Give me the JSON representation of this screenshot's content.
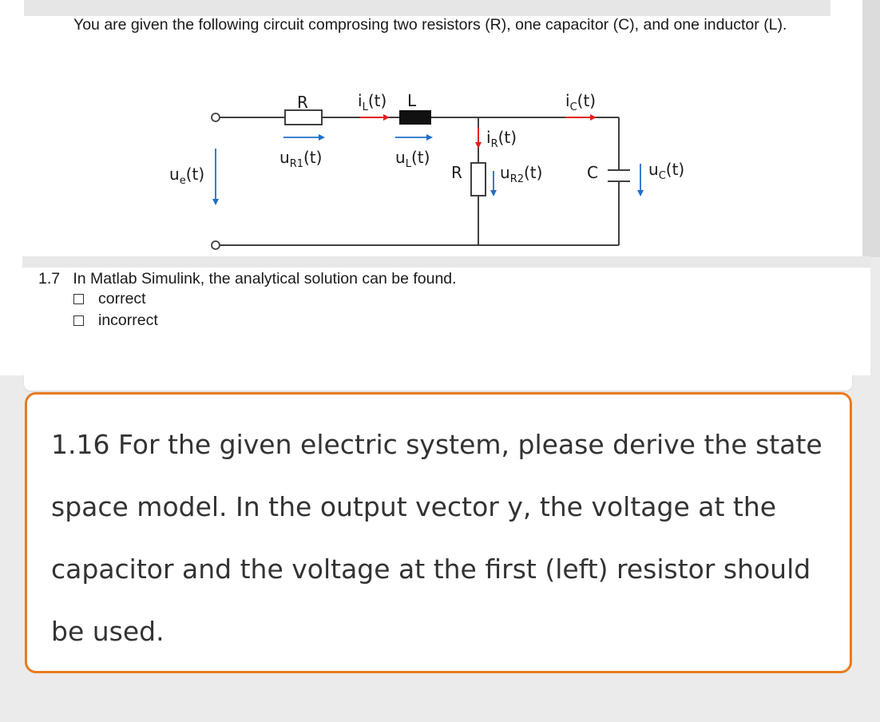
{
  "intro": {
    "text": "You are given the following circuit comprosing two resistors (R), one capacitor (C), and one inductor (L)."
  },
  "circuit": {
    "labels": {
      "R1": "R",
      "L": "L",
      "iL": "iL(t)",
      "iC": "iC(t)",
      "iR": "iR(t)",
      "ue": "ue(t)",
      "uR1": "uR1(t)",
      "uL": "uL(t)",
      "R2": "R",
      "uR2": "uR2(t)",
      "C": "C",
      "uC": "uC(t)"
    },
    "colors": {
      "wire": "#404040",
      "current_arrow": "#e02020",
      "voltage_arrow": "#1e70c8",
      "inductor": "#111111"
    }
  },
  "question_1_7": {
    "number": "1.7",
    "text": "In Matlab Simulink, the analytical solution can be found.",
    "options": [
      "correct",
      "incorrect"
    ]
  },
  "question_1_16": {
    "text": "1.16 For the given electric system, please derive the state space model. In the output vector y, the voltage at the capacitor and the voltage at the first (left) resistor should be used.",
    "border_color": "#e87b1f"
  }
}
